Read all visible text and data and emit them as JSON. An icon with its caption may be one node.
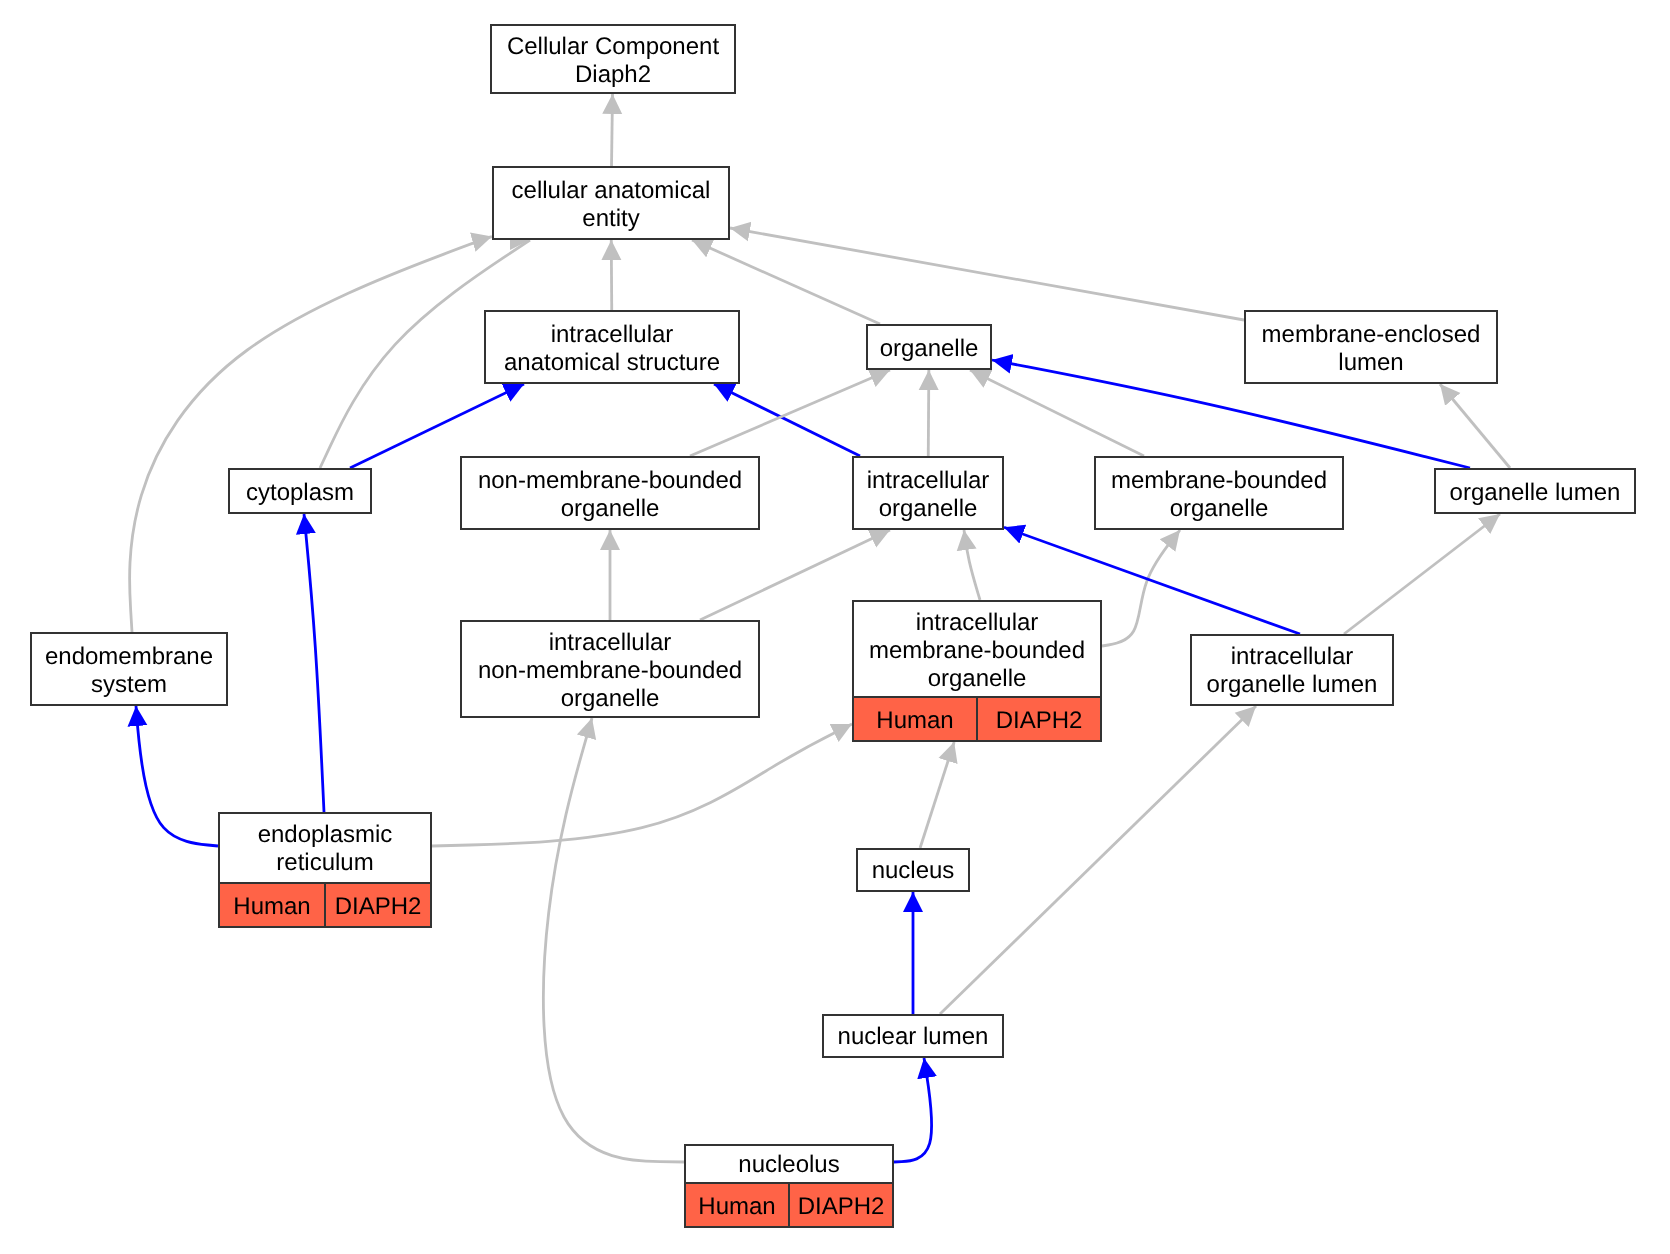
{
  "diagram": {
    "nodes": [
      {
        "text": [
          "Cellular Component Diaph2"
        ]
      },
      {
        "text": [
          "cellular anatomical entity"
        ]
      },
      {
        "text": [
          "intracellular anatomical structure"
        ]
      },
      {
        "text": [
          "organelle"
        ]
      },
      {
        "text": [
          "membrane-enclosed lumen"
        ]
      },
      {
        "text": [
          "cytoplasm"
        ]
      },
      {
        "text": [
          "non-membrane-bounded organelle"
        ]
      },
      {
        "text": [
          "intracellular organelle"
        ]
      },
      {
        "text": [
          "membrane-bounded organelle"
        ]
      },
      {
        "text": [
          "organelle lumen"
        ]
      },
      {
        "text": [
          "endomembrane system"
        ]
      },
      {
        "text": [
          "intracellular non-membrane-bounded organelle"
        ]
      },
      {
        "text": [
          "intracellular membrane-bounded organelle",
          "Human",
          "DIAPH2"
        ]
      },
      {
        "text": [
          "intracellular organelle lumen"
        ]
      },
      {
        "text": [
          "endoplasmic reticulum",
          "Human",
          "DIAPH2"
        ]
      },
      {
        "text": [
          "nucleus"
        ]
      },
      {
        "text": [
          "nuclear lumen"
        ]
      },
      {
        "text": [
          "nucleolus",
          "Human",
          "DIAPH2"
        ]
      }
    ],
    "edges": [
      {
        "from": 1,
        "to": 0,
        "arrow": "to"
      },
      {
        "from": 2,
        "to": 1,
        "arrow": "to"
      },
      {
        "from": 3,
        "to": 1,
        "arrow": "to"
      },
      {
        "from": 4,
        "to": 1,
        "arrow": "to"
      },
      {
        "from": 10,
        "to": 1,
        "arrow": "to"
      },
      {
        "from": 5,
        "to": 1,
        "arrow": "to"
      },
      {
        "from": 5,
        "to": 2,
        "arrow": "to",
        "color": "#0000ff"
      },
      {
        "from": 7,
        "to": 2,
        "arrow": "to",
        "color": "#0000ff"
      },
      {
        "from": 6,
        "to": 3,
        "arrow": "to"
      },
      {
        "from": 7,
        "to": 3,
        "arrow": "to"
      },
      {
        "from": 8,
        "to": 3,
        "arrow": "to"
      },
      {
        "from": 9,
        "to": 3,
        "arrow": "to",
        "color": "#0000ff"
      },
      {
        "from": 9,
        "to": 4,
        "arrow": "to"
      },
      {
        "from": 11,
        "to": 6,
        "arrow": "to"
      },
      {
        "from": 11,
        "to": 7,
        "arrow": "to"
      },
      {
        "from": 12,
        "to": 7,
        "arrow": "to"
      },
      {
        "from": 12,
        "to": 8,
        "arrow": "to"
      },
      {
        "from": 13,
        "to": 7,
        "arrow": "to",
        "color": "#0000ff"
      },
      {
        "from": 13,
        "to": 9,
        "arrow": "to"
      },
      {
        "from": 14,
        "to": 10,
        "arrow": "to",
        "color": "#0000ff"
      },
      {
        "from": 14,
        "to": 5,
        "arrow": "to",
        "color": "#0000ff"
      },
      {
        "from": 14,
        "to": 12,
        "arrow": "to"
      },
      {
        "from": 15,
        "to": 12,
        "arrow": "to"
      },
      {
        "from": 16,
        "to": 15,
        "arrow": "to",
        "color": "#0000ff"
      },
      {
        "from": 16,
        "to": 13,
        "arrow": "to"
      },
      {
        "from": 17,
        "to": 11,
        "arrow": "to"
      },
      {
        "from": 17,
        "to": 16,
        "arrow": "to",
        "color": "#0000ff"
      }
    ]
  }
}
